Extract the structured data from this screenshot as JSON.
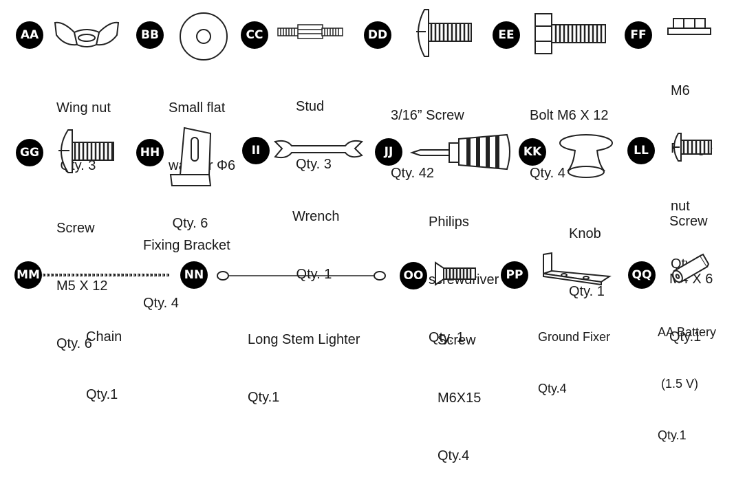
{
  "parts": [
    {
      "code": "AA",
      "lines": [
        "Wing nut",
        " Qty. 3"
      ]
    },
    {
      "code": "BB",
      "lines": [
        "Small flat",
        "washer Φ6",
        " Qty. 6"
      ]
    },
    {
      "code": "CC",
      "lines": [
        "Stud",
        "Qty. 3"
      ]
    },
    {
      "code": "DD",
      "lines": [
        "3/16” Screw",
        "Qty. 42"
      ]
    },
    {
      "code": "EE",
      "lines": [
        "Bolt M6 X 12",
        "Qty. 4"
      ]
    },
    {
      "code": "FF",
      "lines": [
        "M6",
        "Flange",
        "nut",
        "Qty. 4"
      ]
    },
    {
      "code": "GG",
      "lines": [
        "Screw",
        "M5 X 12",
        "Qty. 6"
      ]
    },
    {
      "code": "HH",
      "lines": [
        "Fixing Bracket",
        "Qty. 4"
      ]
    },
    {
      "code": "II",
      "lines": [
        "Wrench",
        " Qty. 1"
      ]
    },
    {
      "code": "JJ",
      "lines": [
        "Philips",
        "screwdriver",
        "Qty. 1"
      ]
    },
    {
      "code": "KK",
      "lines": [
        "Knob",
        "Qty. 1"
      ]
    },
    {
      "code": "LL",
      "lines": [
        "Screw",
        "M4 X 6",
        "Qty.1"
      ]
    },
    {
      "code": "MM",
      "lines": [
        "Chain",
        "Qty.1"
      ]
    },
    {
      "code": "NN",
      "lines": [
        "Long Stem Lighter",
        "Qty.1"
      ]
    },
    {
      "code": "OO",
      "lines": [
        "Screw",
        "M6X15",
        "Qty.4"
      ]
    },
    {
      "code": "PP",
      "lines": [
        "Ground Fixer",
        "Qty.4"
      ]
    },
    {
      "code": "QQ",
      "lines": [
        "AA Battery",
        " (1.5 V)",
        "Qty.1"
      ]
    }
  ],
  "icons": [
    "wing-nut-icon",
    "washer-icon",
    "stud-icon",
    "screw-icon",
    "bolt-icon",
    "flange-nut-icon",
    "screw-icon",
    "bracket-icon",
    "wrench-icon",
    "screwdriver-icon",
    "knob-icon",
    "screw-icon",
    "chain-icon",
    "lighter-icon",
    "countersunk-screw-icon",
    "ground-fixer-icon",
    "battery-icon"
  ]
}
